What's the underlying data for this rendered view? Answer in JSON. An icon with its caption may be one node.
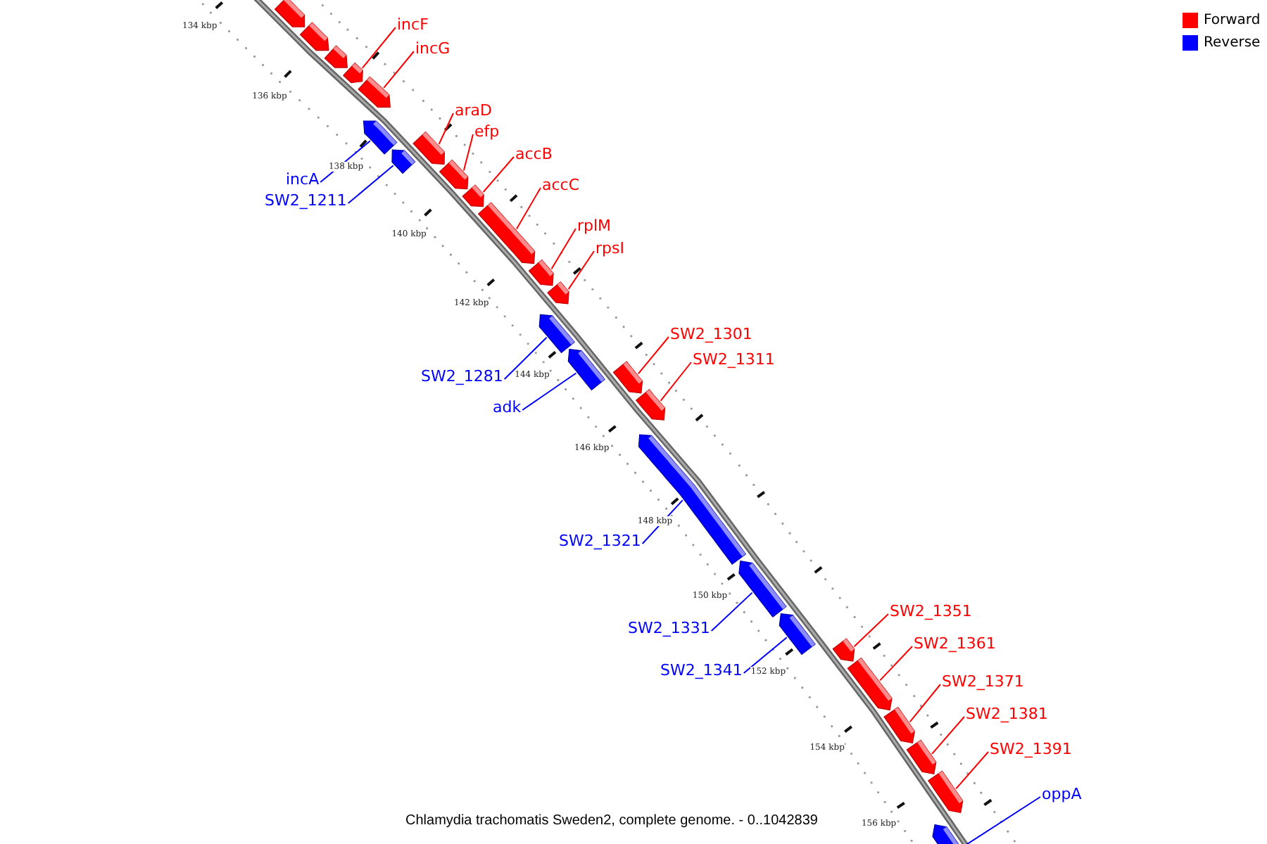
{
  "diagram": {
    "caption": "Chlamydia trachomatis Sweden2, complete genome. - 0..1042839",
    "nodes": [
      {
        "text": [],
        "shape": "bar"
      },
      {
        "text": [],
        "shape": "bar"
      },
      {
        "text": [],
        "shape": "bar"
      },
      {
        "text": [],
        "shape": "bar"
      },
      {
        "text": [],
        "shape": "bar"
      },
      {
        "text": [],
        "shape": "bar"
      },
      {
        "text": [],
        "shape": "bar"
      },
      {
        "text": [],
        "shape": "bar"
      },
      {
        "text": [],
        "shape": "bar"
      },
      {
        "text": [],
        "shape": "bar"
      },
      {
        "text": [],
        "shape": "bar"
      },
      {
        "text": [],
        "shape": "bar"
      },
      {
        "text": [],
        "shape": "bar"
      },
      {
        "text": [],
        "shape": "bar"
      },
      {
        "text": [],
        "shape": "bar"
      },
      {
        "text": [],
        "shape": "bar"
      },
      {
        "text": [],
        "shape": "bar"
      },
      {
        "text": [],
        "shape": "bar"
      },
      {
        "text": [],
        "shape": "bar"
      },
      {
        "text": [],
        "shape": "bar"
      },
      {
        "text": [],
        "shape": "bar"
      },
      {
        "text": [],
        "shape": "bar"
      },
      {
        "text": [],
        "shape": "bar"
      },
      {
        "text": [],
        "shape": "bar"
      },
      {
        "text": [],
        "shape": "bar"
      },
      {
        "text": [],
        "shape": "bar"
      },
      {
        "text": [
          "incF"
        ]
      },
      {
        "text": [
          "incG"
        ]
      },
      {
        "text": [
          "incA"
        ]
      },
      {
        "text": [
          "SW2_1211"
        ]
      },
      {
        "text": [
          "araD"
        ]
      },
      {
        "text": [
          "efp"
        ]
      },
      {
        "text": [
          "accB"
        ]
      },
      {
        "text": [
          "accC"
        ]
      },
      {
        "text": [
          "rplM"
        ]
      },
      {
        "text": [
          "rpsI"
        ]
      },
      {
        "text": [
          "SW2_1281"
        ]
      },
      {
        "text": [
          "adk"
        ]
      },
      {
        "text": [
          "SW2_1301"
        ]
      },
      {
        "text": [
          "SW2_1311"
        ]
      },
      {
        "text": [
          "SW2_1321"
        ]
      },
      {
        "text": [
          "SW2_1331"
        ]
      },
      {
        "text": [
          "SW2_1341"
        ]
      },
      {
        "text": [
          "SW2_1351"
        ]
      },
      {
        "text": [
          "SW2_1361"
        ]
      },
      {
        "text": [
          "SW2_1371"
        ]
      },
      {
        "text": [
          "SW2_1381"
        ]
      },
      {
        "text": [
          "SW2_1391"
        ]
      },
      {
        "text": [
          "oppA"
        ]
      }
    ],
    "edges": [
      {
        "from": 26,
        "to": 3,
        "arrow": "none"
      },
      {
        "from": 27,
        "to": 4,
        "arrow": "none"
      },
      {
        "from": 28,
        "to": 5,
        "arrow": "none",
        "color": "#0000ff"
      },
      {
        "from": 29,
        "to": 6,
        "arrow": "none",
        "color": "#0000ff"
      },
      {
        "from": 30,
        "to": 7,
        "arrow": "none"
      },
      {
        "from": 31,
        "to": 8,
        "arrow": "none"
      },
      {
        "from": 32,
        "to": 9,
        "arrow": "none"
      },
      {
        "from": 33,
        "to": 10,
        "arrow": "none"
      },
      {
        "from": 34,
        "to": 11,
        "arrow": "none"
      },
      {
        "from": 35,
        "to": 12,
        "arrow": "none"
      },
      {
        "from": 36,
        "to": 13,
        "arrow": "none",
        "color": "#0000ff"
      },
      {
        "from": 37,
        "to": 14,
        "arrow": "none",
        "color": "#0000ff"
      },
      {
        "from": 38,
        "to": 15,
        "arrow": "none"
      },
      {
        "from": 39,
        "to": 16,
        "arrow": "none"
      },
      {
        "from": 40,
        "to": 17,
        "arrow": "none",
        "color": "#0000ff"
      },
      {
        "from": 41,
        "to": 18,
        "arrow": "none",
        "color": "#0000ff"
      },
      {
        "from": 42,
        "to": 19,
        "arrow": "none",
        "color": "#0000ff"
      },
      {
        "from": 43,
        "to": 20,
        "arrow": "none"
      },
      {
        "from": 44,
        "to": 21,
        "arrow": "none"
      },
      {
        "from": 45,
        "to": 22,
        "arrow": "none"
      },
      {
        "from": 46,
        "to": 23,
        "arrow": "none"
      },
      {
        "from": 47,
        "to": 24,
        "arrow": "none"
      },
      {
        "from": 48,
        "to": 25,
        "arrow": "none",
        "color": "#0000ff"
      }
    ],
    "labels": [
      "134 kbp",
      "136 kbp",
      "138 kbp",
      "140 kbp",
      "142 kbp",
      "144 kbp",
      "146 kbp",
      "148 kbp",
      "150 kbp",
      "152 kbp",
      "154 kbp",
      "156 kbp"
    ],
    "legend": [
      {
        "text": "Forward",
        "color": "#ff0000"
      },
      {
        "text": "Reverse",
        "color": "#0000ff"
      }
    ]
  }
}
